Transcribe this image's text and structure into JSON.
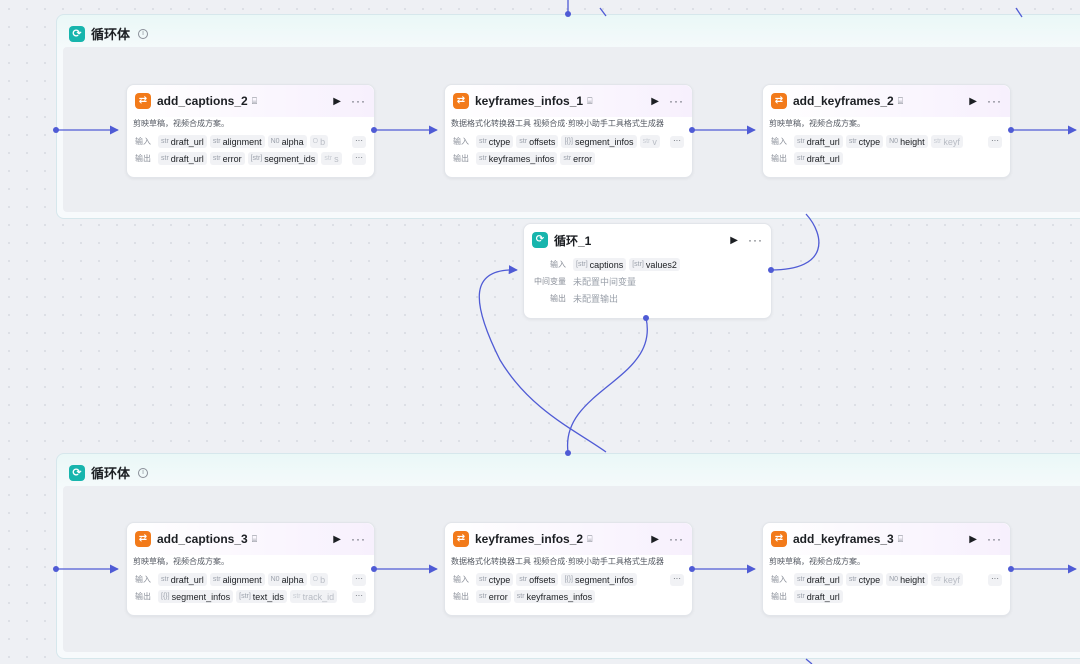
{
  "loop_frames": [
    {
      "title": "循环体"
    },
    {
      "title": "循环体"
    }
  ],
  "nodes": {
    "add_captions_2": {
      "title": "add_captions_2",
      "desc": "剪映草稿，视频合成方案。",
      "input_label": "输入",
      "output_label": "输出",
      "inputs": [
        {
          "type": "str",
          "name": "draft_url"
        },
        {
          "type": "str",
          "name": "alignment"
        },
        {
          "type": "N0",
          "name": "alpha"
        },
        {
          "type": "O",
          "name": "b"
        }
      ],
      "outputs": [
        {
          "type": "str",
          "name": "draft_url"
        },
        {
          "type": "str",
          "name": "error"
        },
        {
          "type": "[str]",
          "name": "segment_ids"
        },
        {
          "type": "str",
          "name": "s"
        }
      ]
    },
    "keyframes_infos_1": {
      "title": "keyframes_infos_1",
      "desc": "数据格式化转换器工具 视频合成·剪映小助手工具格式生成器",
      "input_label": "输入",
      "output_label": "输出",
      "inputs": [
        {
          "type": "str",
          "name": "ctype"
        },
        {
          "type": "str",
          "name": "offsets"
        },
        {
          "type": "[{}]",
          "name": "segment_infos"
        },
        {
          "type": "str",
          "name": "v"
        }
      ],
      "outputs": [
        {
          "type": "str",
          "name": "keyframes_infos"
        },
        {
          "type": "str",
          "name": "error"
        }
      ]
    },
    "add_keyframes_2": {
      "title": "add_keyframes_2",
      "desc": "剪映草稿，视频合成方案。",
      "input_label": "输入",
      "output_label": "输出",
      "inputs": [
        {
          "type": "str",
          "name": "draft_url"
        },
        {
          "type": "str",
          "name": "ctype"
        },
        {
          "type": "N0",
          "name": "height"
        },
        {
          "type": "str",
          "name": "keyf"
        }
      ],
      "outputs": [
        {
          "type": "str",
          "name": "draft_url"
        }
      ]
    },
    "loop_1": {
      "title": "循环_1",
      "input_label": "输入",
      "mid_label": "中间变量",
      "mid_value": "未配置中间变量",
      "output_label": "输出",
      "output_value": "未配置输出",
      "inputs": [
        {
          "type": "[str]",
          "name": "captions"
        },
        {
          "type": "[str]",
          "name": "values2"
        }
      ]
    },
    "add_captions_3": {
      "title": "add_captions_3",
      "desc": "剪映草稿，视频合成方案。",
      "input_label": "输入",
      "output_label": "输出",
      "inputs": [
        {
          "type": "str",
          "name": "draft_url"
        },
        {
          "type": "str",
          "name": "alignment"
        },
        {
          "type": "N0",
          "name": "alpha"
        },
        {
          "type": "O",
          "name": "b"
        }
      ],
      "outputs": [
        {
          "type": "[{}]",
          "name": "segment_infos"
        },
        {
          "type": "[str]",
          "name": "text_ids"
        },
        {
          "type": "str",
          "name": "track_id"
        }
      ]
    },
    "keyframes_infos_2": {
      "title": "keyframes_infos_2",
      "desc": "数据格式化转换器工具 视频合成·剪映小助手工具格式生成器",
      "input_label": "输入",
      "output_label": "输出",
      "inputs": [
        {
          "type": "str",
          "name": "ctype"
        },
        {
          "type": "str",
          "name": "offsets"
        },
        {
          "type": "[{}]",
          "name": "segment_infos"
        }
      ],
      "outputs": [
        {
          "type": "str",
          "name": "error"
        },
        {
          "type": "str",
          "name": "keyframes_infos"
        }
      ]
    },
    "add_keyframes_3": {
      "title": "add_keyframes_3",
      "desc": "剪映草稿，视频合成方案。",
      "input_label": "输入",
      "output_label": "输出",
      "inputs": [
        {
          "type": "str",
          "name": "draft_url"
        },
        {
          "type": "str",
          "name": "ctype"
        },
        {
          "type": "N0",
          "name": "height"
        },
        {
          "type": "str",
          "name": "keyf"
        }
      ],
      "outputs": [
        {
          "type": "str",
          "name": "draft_url"
        }
      ]
    }
  },
  "colors": {
    "edge": "#4f5bd5",
    "loop_accent": "#17b5ad",
    "plugin_accent": "#f27a1a"
  },
  "icons": {
    "loop": "loop-icon",
    "plugin": "plugin-icon",
    "run": "play-icon",
    "more": "more-icon",
    "info": "info-icon"
  }
}
